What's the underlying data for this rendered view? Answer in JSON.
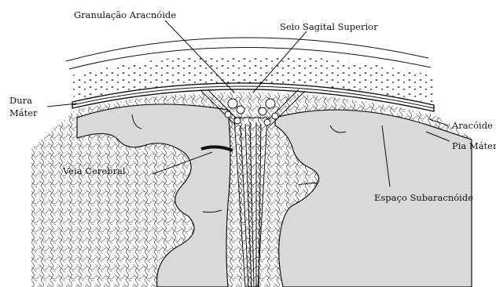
{
  "figure": {
    "labels": {
      "granulacao": "Granulação Aracnóide",
      "seio": "Seio Sagital Superior",
      "dura1": "Dura",
      "dura2": "Máter",
      "aracoide": "Aracóide",
      "pia": "Pia Máter",
      "veia": "Veia Cerebral",
      "espaco": "Espaço Subaracnóide"
    },
    "colors": {
      "ink": "#111111",
      "brain": "#d9d9d9",
      "background": "#ffffff"
    }
  }
}
